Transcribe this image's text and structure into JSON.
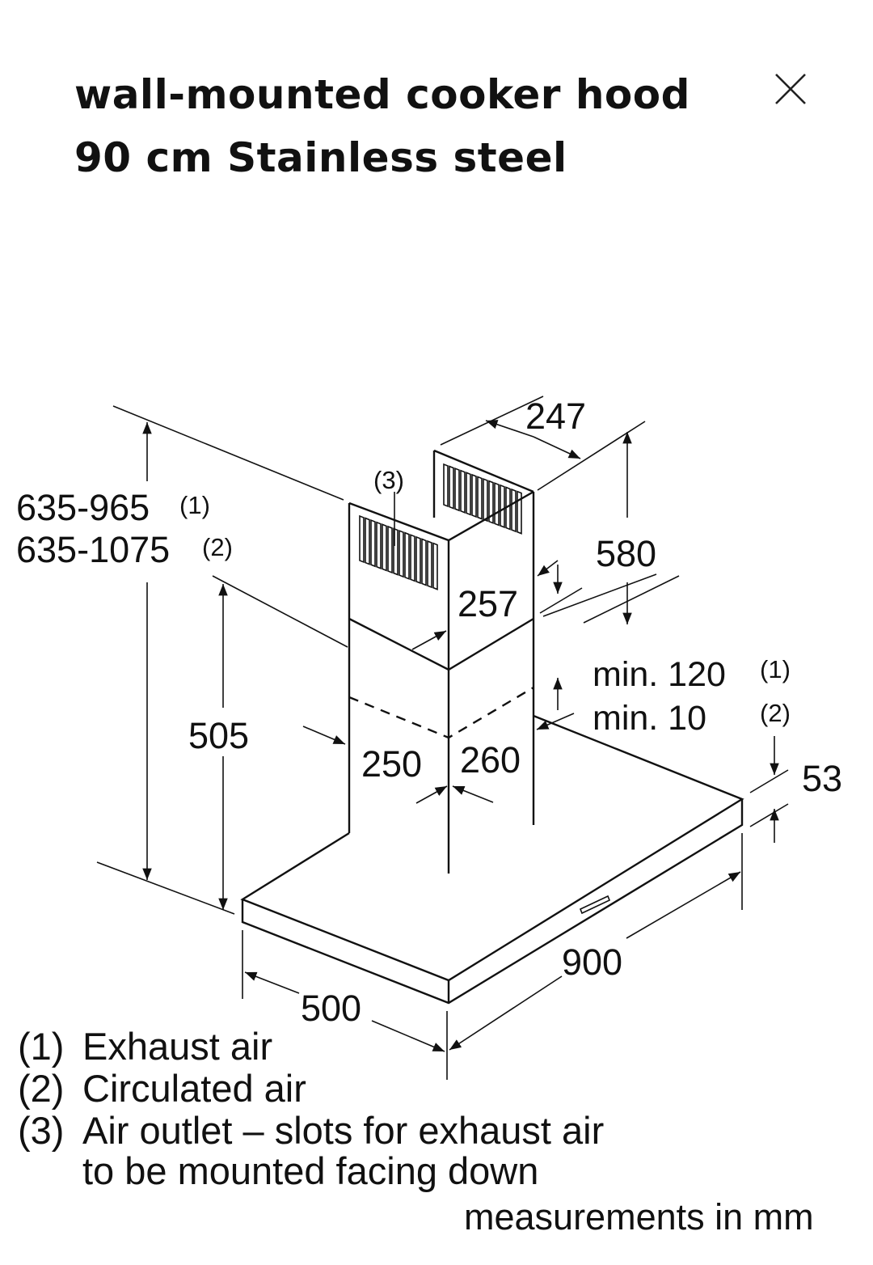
{
  "dialog": {
    "title_line1": "wall-mounted cooker hood",
    "title_line2": "90 cm Stainless steel",
    "close_icon": "close-icon"
  },
  "drawing": {
    "dim_overall_height_1": "635-965",
    "dim_overall_height_1_note": "(1)",
    "dim_overall_height_2": "635-1075",
    "dim_overall_height_2_note": "(2)",
    "dim_chimney_depth": "247",
    "dim_chimney_upper_height": "580",
    "dim_chimney_upper_width": "257",
    "dim_lower_height": "505",
    "dim_lower_chimney_width": "250",
    "dim_lower_chimney_depth": "260",
    "dim_gap_1": "min. 120",
    "dim_gap_1_note": "(1)",
    "dim_gap_2": "min. 10",
    "dim_gap_2_note": "(2)",
    "dim_canopy_thickness": "53",
    "dim_width": "900",
    "dim_depth": "500",
    "callout_3": "(3)",
    "legend": [
      {
        "key": "(1)",
        "text": "Exhaust air"
      },
      {
        "key": "(2)",
        "text": "Circulated air"
      },
      {
        "key": "(3)",
        "text": "Air outlet – slots for exhaust air"
      },
      {
        "key": "",
        "text": "to be mounted facing down"
      }
    ],
    "units_note": "measurements in mm"
  }
}
